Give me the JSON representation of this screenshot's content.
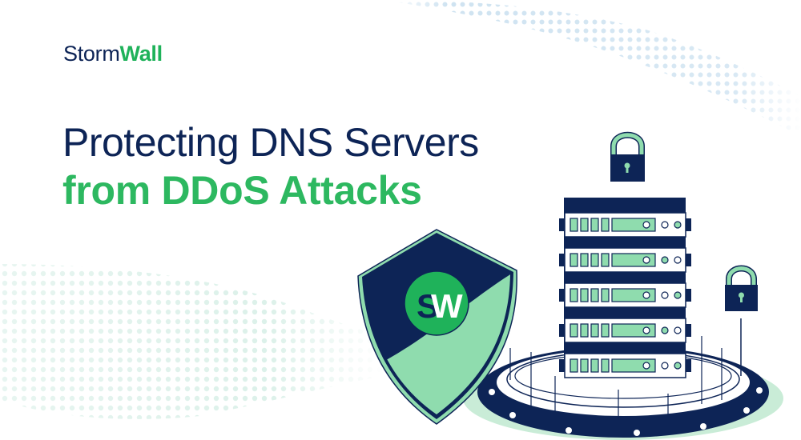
{
  "brand": {
    "name_part1": "Storm",
    "name_part2": "Wall",
    "badge_letter_1": "S",
    "badge_letter_2": "W"
  },
  "headline": {
    "line1": "Protecting DNS Servers",
    "line2": "from DDoS Attacks"
  },
  "illustration": {
    "icons": [
      "shield-icon",
      "server-rack-icon",
      "padlock-icon",
      "padlock-icon",
      "platform-ring-icon"
    ],
    "server_units": 5
  },
  "colors": {
    "navy": "#0d2456",
    "green": "#2db860",
    "mint": "#8fdcae",
    "background": "#ffffff",
    "dots": "#d6e6f2"
  }
}
